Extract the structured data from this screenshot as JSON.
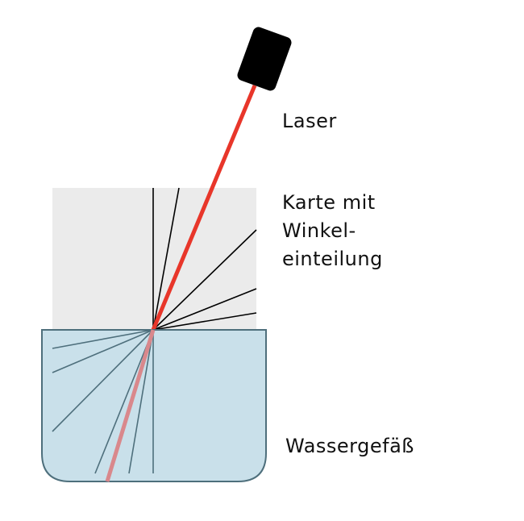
{
  "labels": {
    "laser": "Laser",
    "card": [
      "Karte mit",
      "Winkel-",
      "einteilung"
    ],
    "vessel": "Wassergefäß"
  },
  "colors": {
    "card": "#ebebeb",
    "water": "#c9e0ea",
    "vessel_stroke": "#4e6f7c",
    "laser_beam": "#e8362a",
    "refracted_beam": "#d9888c",
    "laser_body": "#000000"
  }
}
